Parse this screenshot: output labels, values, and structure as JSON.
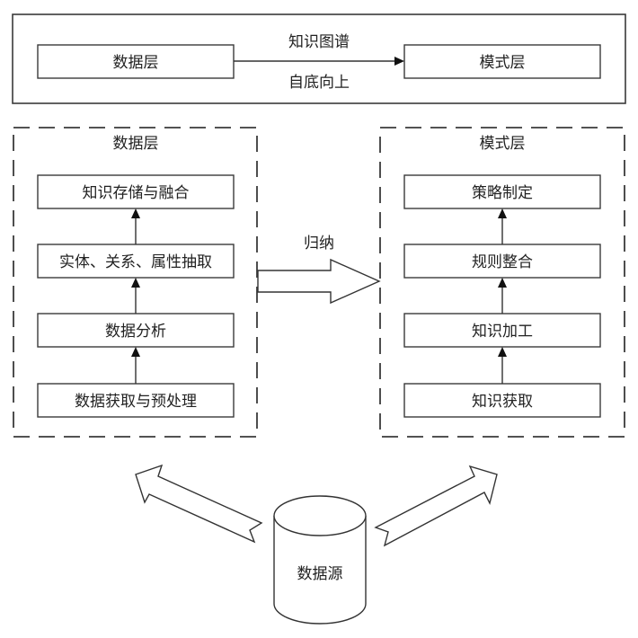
{
  "overview": {
    "left_box": "数据层",
    "right_box": "模式层",
    "arrow_label_top": "知识图谱",
    "arrow_label_bottom": "自底向上"
  },
  "data_layer": {
    "title": "数据层",
    "steps": [
      "知识存储与融合",
      "实体、关系、属性抽取",
      "数据分析",
      "数据获取与预处理"
    ]
  },
  "schema_layer": {
    "title": "模式层",
    "steps": [
      "策略制定",
      "规则整合",
      "知识加工",
      "知识获取"
    ]
  },
  "induction": {
    "label": "归纳"
  },
  "source": {
    "label": "数据源"
  },
  "flow_direction": "bottom-to-top"
}
